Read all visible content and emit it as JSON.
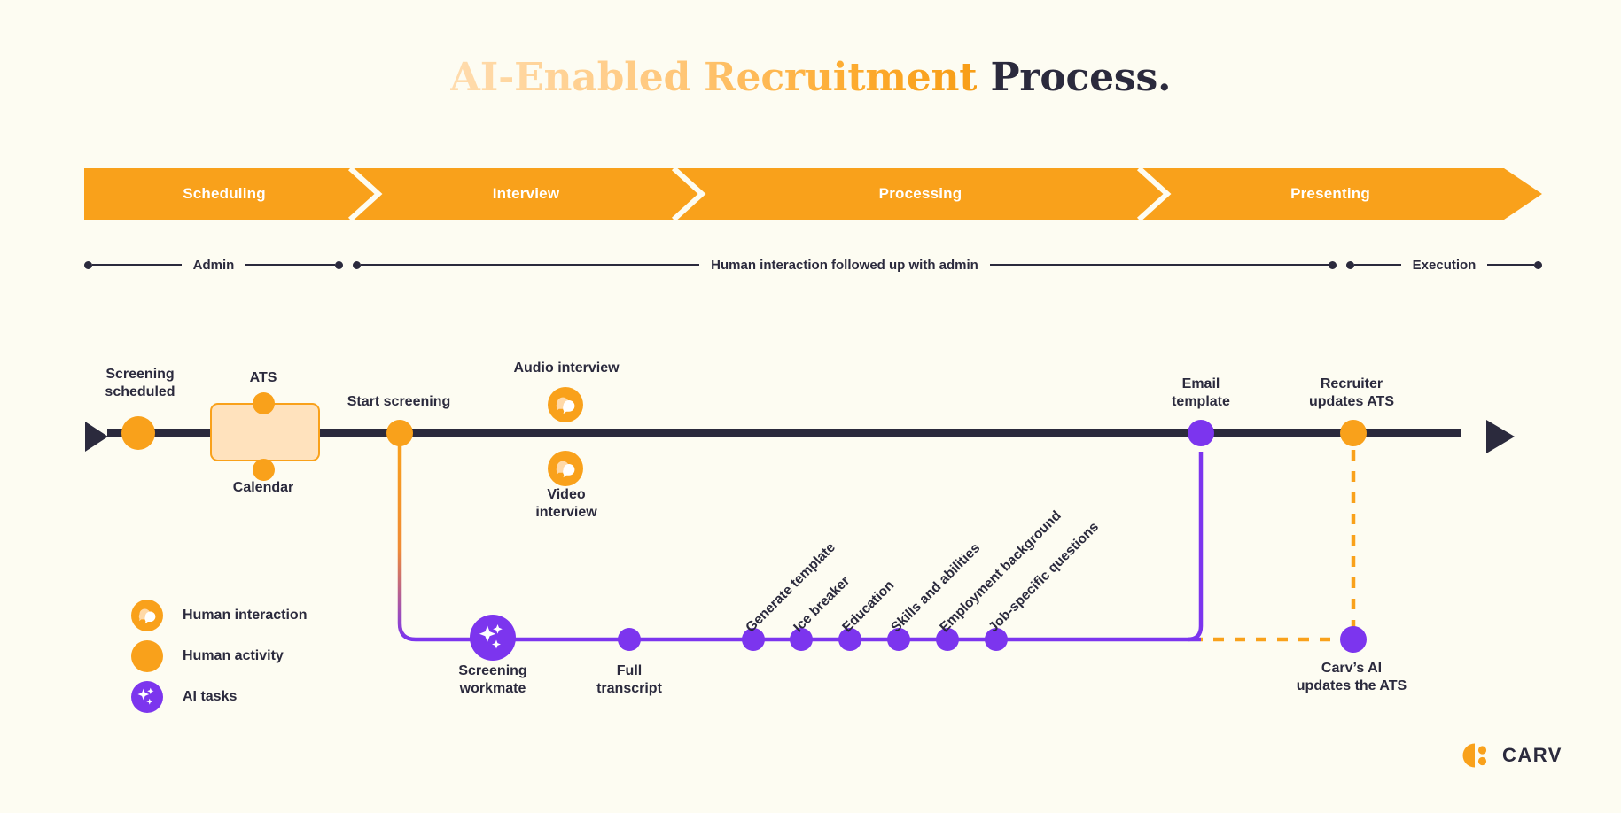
{
  "page": {
    "background": "#fdfcf2",
    "accent_orange": "#f9a11b",
    "accent_purple": "#7c35ee",
    "ink": "#2b2a3d"
  },
  "title": {
    "accent_text": "AI-Enabled Recruitment",
    "plain_text": " Process."
  },
  "phases": [
    {
      "label": "Scheduling"
    },
    {
      "label": "Interview"
    },
    {
      "label": "Processing"
    },
    {
      "label": "Presenting"
    }
  ],
  "ruler": [
    {
      "label": "Admin"
    },
    {
      "label": "Human interaction followed up with admin"
    },
    {
      "label": "Execution"
    }
  ],
  "timeline": {
    "start_label": "Screening\nscheduled",
    "ats_top_label": "ATS",
    "ats_bottom_label": "Calendar",
    "start_screening_label": "Start screening",
    "audio_label": "Audio interview",
    "video_label": "Video\ninterview",
    "email_template_label": "Email\ntemplate",
    "recruiter_updates_label": "Recruiter\nupdates ATS"
  },
  "ai_track": {
    "screening_workmate_label": "Screening\nworkmate",
    "full_transcript_label": "Full\ntranscript",
    "carv_ai_label": "Carv’s AI\nupdates the ATS",
    "steps": [
      "Generate template",
      "Ice breaker",
      "Education",
      "Skills and abilities",
      "Employment background",
      "Job-specific questions"
    ]
  },
  "legend": [
    {
      "label": "Human interaction",
      "icon": "chat-bubble-icon",
      "color": "#f9a11b"
    },
    {
      "label": "Human activity",
      "icon": "filled-circle-icon",
      "color": "#f9a11b"
    },
    {
      "label": "AI tasks",
      "icon": "sparkle-icon",
      "color": "#7c35ee"
    }
  ],
  "logo": {
    "wordmark": "CARV"
  }
}
